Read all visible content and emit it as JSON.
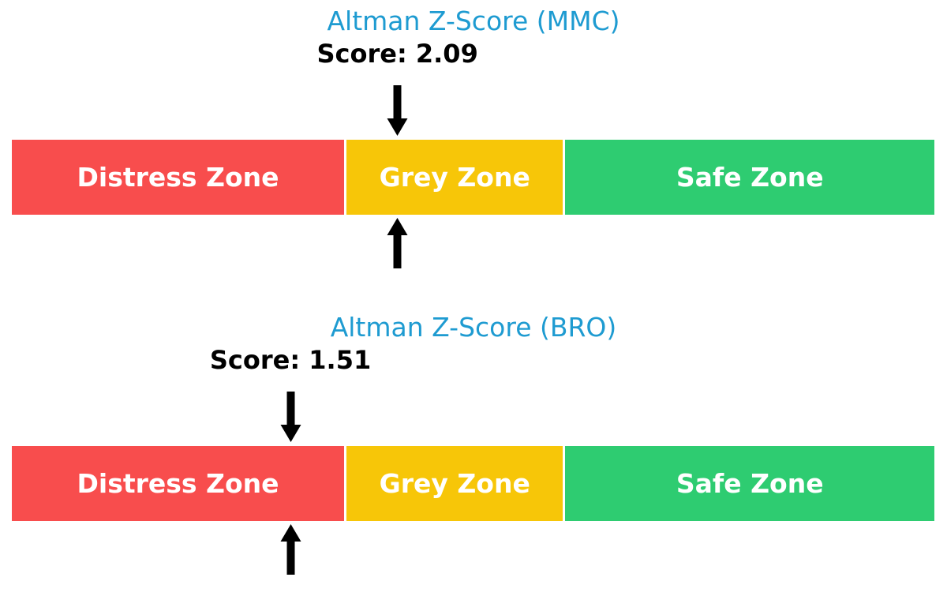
{
  "figure": {
    "background": "#FFFFFF",
    "text_color": "#000000"
  },
  "chart_data": [
    {
      "type": "bar",
      "title": "Altman Z-Score (MMC)",
      "title_color": "#1E9BD1",
      "score": 2.09,
      "score_label": "Score: 2.09",
      "xlim": [
        0,
        5
      ],
      "xlabel": "",
      "ylabel": "",
      "legend": "none",
      "grid": false,
      "marker": "black double arrows (above and below bar) pointing at score position",
      "arrow_color": "#000000",
      "zones": [
        {
          "label": "Distress Zone",
          "range": [
            0,
            1.81
          ],
          "color": "#F84D4D",
          "text_color": "#FFFFFF"
        },
        {
          "label": "Grey Zone",
          "range": [
            1.81,
            2.99
          ],
          "color": "#F7C608",
          "text_color": "#FFFFFF"
        },
        {
          "label": "Safe Zone",
          "range": [
            2.99,
            5
          ],
          "color": "#2ECC71",
          "text_color": "#FFFFFF"
        }
      ]
    },
    {
      "type": "bar",
      "title": "Altman Z-Score (BRO)",
      "title_color": "#1E9BD1",
      "score": 1.51,
      "score_label": "Score: 1.51",
      "xlim": [
        0,
        5
      ],
      "xlabel": "",
      "ylabel": "",
      "legend": "none",
      "grid": false,
      "marker": "black double arrows (above and below bar) pointing at score position",
      "arrow_color": "#000000",
      "zones": [
        {
          "label": "Distress Zone",
          "range": [
            0,
            1.81
          ],
          "color": "#F84D4D",
          "text_color": "#FFFFFF"
        },
        {
          "label": "Grey Zone",
          "range": [
            1.81,
            2.99
          ],
          "color": "#F7C608",
          "text_color": "#FFFFFF"
        },
        {
          "label": "Safe Zone",
          "range": [
            2.99,
            5
          ],
          "color": "#2ECC71",
          "text_color": "#FFFFFF"
        }
      ]
    }
  ]
}
